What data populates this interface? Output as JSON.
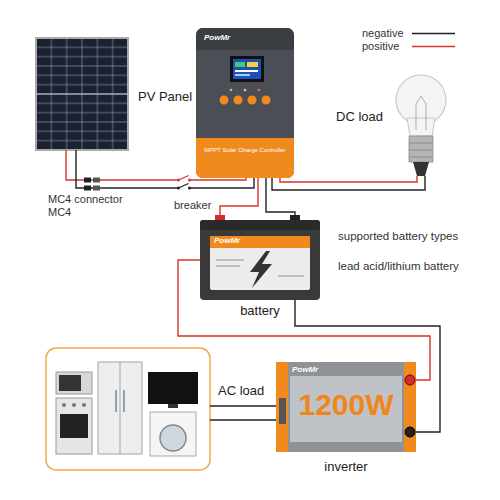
{
  "diagram": {
    "nodes": [
      {
        "text": [
          "PV Panel"
        ]
      },
      {
        "text": [
          "PowMr",
          "MPPT Solar Charge Controller"
        ]
      },
      {
        "text": [
          "DC load"
        ]
      },
      {
        "text": [
          "PowMr",
          "battery"
        ]
      },
      {
        "text": [
          "AC load"
        ]
      },
      {
        "text": [
          "PowMr",
          "1200W",
          "inverter"
        ]
      }
    ],
    "edges": [
      {
        "from": 0,
        "to": 1,
        "arrow": "none"
      },
      {
        "from": 1,
        "to": 2,
        "arrow": "none"
      },
      {
        "from": 1,
        "to": 3,
        "arrow": "none"
      },
      {
        "from": 3,
        "to": 5,
        "arrow": "none"
      },
      {
        "from": 5,
        "to": 4,
        "arrow": "none"
      }
    ],
    "labels": [
      "MC4 connector",
      "MC4",
      "breaker",
      "supported battery types",
      "lead acid/lithium battery"
    ],
    "legend": [
      {
        "text": "negative"
      },
      {
        "text": "positive"
      }
    ]
  }
}
